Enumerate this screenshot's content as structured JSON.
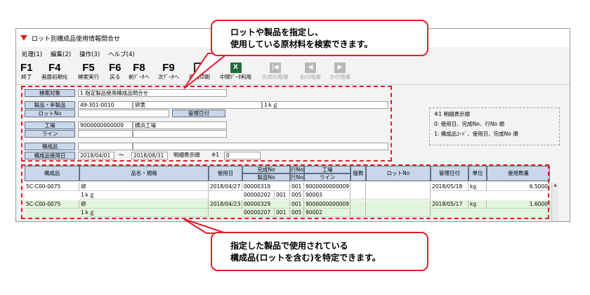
{
  "window": {
    "title": "ロット別構成品使用情報問合せ",
    "menu": [
      "処理(1)",
      "編集(2)",
      "操作(3)",
      "ヘルプ(4)"
    ]
  },
  "toolbar": {
    "fkeys": [
      {
        "key": "F1",
        "label": "終了"
      },
      {
        "key": "F4",
        "label": "画面初期化"
      },
      {
        "key": "F5",
        "label": "検索実行"
      },
      {
        "key": "F6",
        "label": "戻る"
      },
      {
        "key": "F8",
        "label": "前ﾃﾞｰﾀへ"
      },
      {
        "key": "F9",
        "label": "次ﾃﾞｰﾀへ"
      }
    ],
    "buttons": [
      {
        "label": "画面印刷",
        "icon": "monitor-icon",
        "enabled": true
      },
      {
        "label": "中間ﾃﾞｰﾀ利用",
        "icon": "excel-icon",
        "enabled": true
      },
      {
        "label": "先頭の階層",
        "icon": "first-level-icon",
        "enabled": false
      },
      {
        "label": "前の階層",
        "icon": "prev-level-icon",
        "enabled": false
      },
      {
        "label": "次の階層",
        "icon": "next-level-icon",
        "enabled": false
      }
    ]
  },
  "form": {
    "search_target_label": "検索対象",
    "search_target_value": "1 指定製品使用構成品問合せ",
    "product_label": "製品・半製品",
    "product_code": "49-301-0010",
    "product_name": "卵黄",
    "product_spec": "1ｋｇ",
    "lot_label": "ロットNo",
    "mgmt_date_button": "管理日付",
    "factory_label": "工場",
    "factory_code": "9000000000009",
    "factory_name": "横浜工場",
    "line_label": "ライン",
    "component_label": "構成品",
    "component_date_label": "構成品使用日",
    "date_from": "2018/04/01",
    "tilde": "～",
    "date_to": "2018/08/31",
    "detail_order_label": "明細表示順",
    "detail_order_note": "※1",
    "detail_order_value": "0"
  },
  "note": {
    "title": "※1 明細表示順",
    "line1": "0: 使用日、完成No、行No 順",
    "line2": "1: 構成品ｺｰﾄﾞ、使用日、完成No 順"
  },
  "grid": {
    "headers": {
      "component": "構成品",
      "name_spec": "品名・規格",
      "use_date": "使用日",
      "complete_no": "完成No",
      "manuf_no": "製造No",
      "line_no_1": "行No",
      "line_no_2": "行No",
      "factory": "工場",
      "line": "ライン",
      "hanbetsu": "版数",
      "lot_no": "ロットNo",
      "mgmt_date": "管理日付",
      "unit": "単位",
      "use_qty": "使用数量"
    },
    "rows": [
      {
        "code": "5C-C00-0075",
        "name": "卵",
        "spec": "1ｋｇ",
        "use_date": "2018/04/27",
        "complete_no": "00000319",
        "manuf_no": "00000202",
        "manuf_sub": "001",
        "line_no_1": "001",
        "line_no_2": "005",
        "factory": "9000000000009",
        "line": "90003",
        "mgmt_date": "2018/05/18",
        "unit": "kg",
        "qty": "6.5000"
      },
      {
        "code": "5C-C00-0075",
        "name": "卵",
        "spec": "1ｋｇ",
        "use_date": "2018/04/23",
        "complete_no": "00000329",
        "manuf_no": "00000207",
        "manuf_sub": "001",
        "line_no_1": "001",
        "line_no_2": "005",
        "factory": "9000000000009",
        "line": "90002",
        "mgmt_date": "2018/05/17",
        "unit": "kg",
        "qty": "1.6000"
      }
    ]
  },
  "callouts": {
    "top_line1": "ロットや製品を指定し、",
    "top_line2": "使用している原材料を検索できます。",
    "bottom_line1": "指定した製品で使用されている",
    "bottom_line2": "構成品(ロットを含む)を特定できます。"
  },
  "colors": {
    "accent_red": "#e21e2a",
    "label_blue": "#c9d7ea",
    "row_green": "#e2f5dc"
  }
}
